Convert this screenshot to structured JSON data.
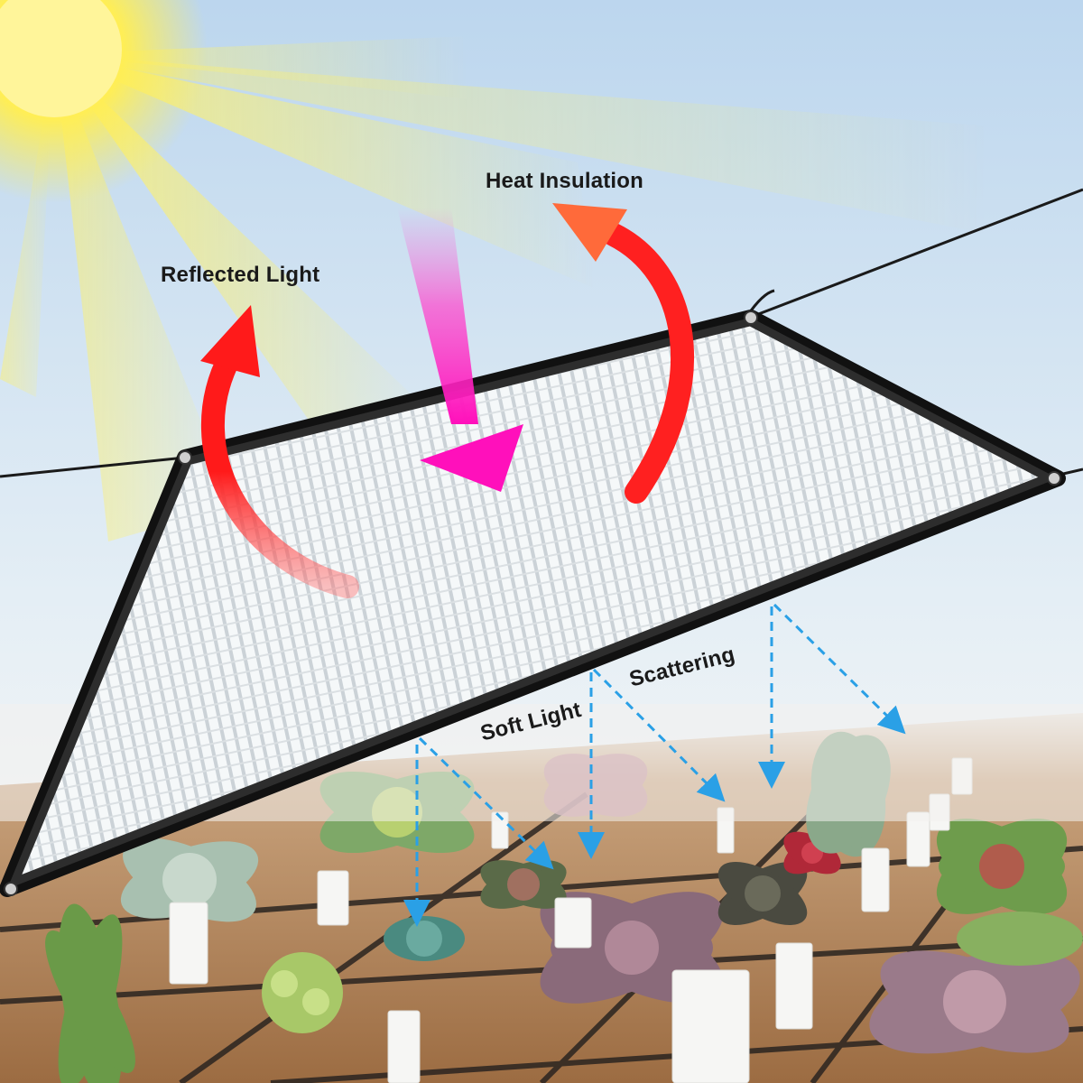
{
  "labels": {
    "heat_insulation": "Heat Insulation",
    "reflected_light": "Reflected Light",
    "scattering": "Scattering",
    "soft_light": "Soft Light"
  },
  "colors": {
    "sky_top": "#bcd6ee",
    "sky_bottom": "#f2f6f8",
    "sun": "#ffe94a",
    "red_arrow": "#ff1a1a",
    "orange_arrow": "#ff6a3a",
    "magenta_arrow": "#ff33cc",
    "scatter_arrow": "#2aa0e6",
    "net_border": "#111111",
    "soil": "#a97a4e"
  },
  "icons": {
    "sun": "sun-icon",
    "reflected_arrow": "curved-arrow-up-icon",
    "heat_arrow": "curved-arrow-up-icon",
    "incoming_arrow": "arrow-down-icon",
    "scatter_arrows": "dashed-arrow-icon"
  }
}
